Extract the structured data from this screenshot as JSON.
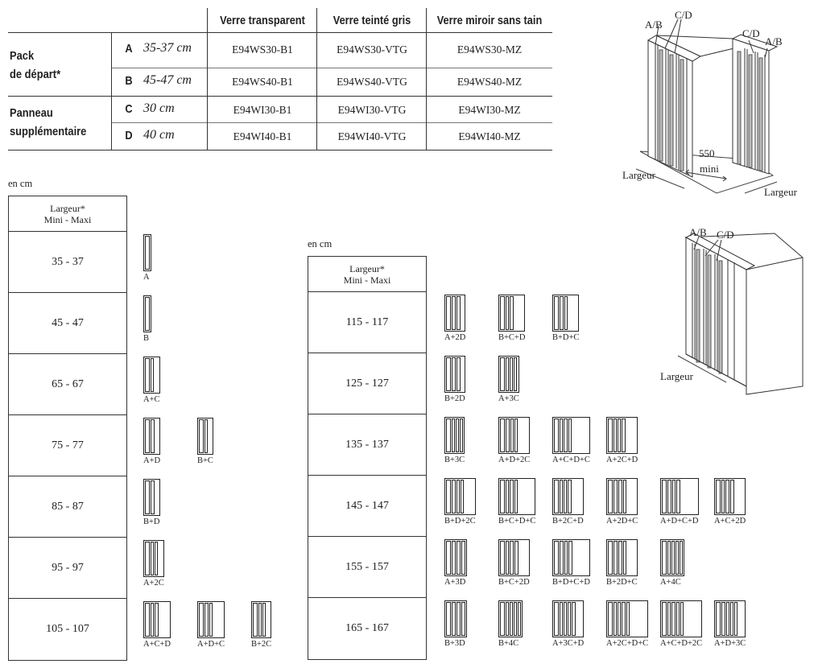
{
  "ref_table": {
    "headers": [
      "Verre transparent",
      "Verre teinté gris",
      "Verre miroir sans tain"
    ],
    "groups": [
      {
        "label_line1": "Pack",
        "label_line2": "de départ*"
      },
      {
        "label_line1": "Panneau",
        "label_line2": "supplémentaire"
      }
    ],
    "rows": [
      {
        "letter": "A",
        "size": "35-37 cm",
        "codes": [
          "E94WS30-B1",
          "E94WS30-VTG",
          "E94WS30-MZ"
        ]
      },
      {
        "letter": "B",
        "size": "45-47 cm",
        "codes": [
          "E94WS40-B1",
          "E94WS40-VTG",
          "E94WS40-MZ"
        ]
      },
      {
        "letter": "C",
        "size": "30 cm",
        "codes": [
          "E94WI30-B1",
          "E94WI30-VTG",
          "E94WI30-MZ"
        ]
      },
      {
        "letter": "D",
        "size": "40 cm",
        "codes": [
          "E94WI40-B1",
          "E94WI40-VTG",
          "E94WI40-MZ"
        ]
      }
    ]
  },
  "unit_label": "en cm",
  "width_header": {
    "line1": "Largeur*",
    "line2": "Mini - Maxi"
  },
  "left_table": {
    "rows": [
      {
        "range": "35 - 37",
        "combos": [
          {
            "label": "A",
            "panels": [
              "A"
            ]
          }
        ]
      },
      {
        "range": "45 - 47",
        "combos": [
          {
            "label": "B",
            "panels": [
              "B"
            ]
          }
        ]
      },
      {
        "range": "65 - 67",
        "combos": [
          {
            "label": "A+C",
            "panels": [
              "A",
              "C"
            ]
          }
        ]
      },
      {
        "range": "75 - 77",
        "combos": [
          {
            "label": "A+D",
            "panels": [
              "A",
              "D"
            ]
          },
          {
            "label": "B+C",
            "panels": [
              "B",
              "C"
            ]
          }
        ]
      },
      {
        "range": "85 - 87",
        "combos": [
          {
            "label": "B+D",
            "panels": [
              "B",
              "D"
            ]
          }
        ]
      },
      {
        "range": "95 - 97",
        "combos": [
          {
            "label": "A+2C",
            "panels": [
              "A",
              "C",
              "C"
            ]
          }
        ]
      },
      {
        "range": "105 - 107",
        "combos": [
          {
            "label": "A+C+D",
            "panels": [
              "A",
              "C",
              "D"
            ]
          },
          {
            "label": "A+D+C",
            "panels": [
              "A",
              "D",
              "C"
            ]
          },
          {
            "label": "B+2C",
            "panels": [
              "B",
              "C",
              "C"
            ]
          }
        ]
      }
    ]
  },
  "right_table": {
    "rows": [
      {
        "range": "115 - 117",
        "combos": [
          {
            "label": "A+2D",
            "panels": [
              "A",
              "D",
              "D"
            ]
          },
          {
            "label": "B+C+D",
            "panels": [
              "B",
              "C",
              "D"
            ]
          },
          {
            "label": "B+D+C",
            "panels": [
              "B",
              "D",
              "C"
            ]
          }
        ]
      },
      {
        "range": "125 - 127",
        "combos": [
          {
            "label": "B+2D",
            "panels": [
              "B",
              "D",
              "D"
            ]
          },
          {
            "label": "A+3C",
            "panels": [
              "A",
              "C",
              "C",
              "C"
            ]
          }
        ]
      },
      {
        "range": "135 - 137",
        "combos": [
          {
            "label": "B+3C",
            "panels": [
              "B",
              "C",
              "C",
              "C"
            ]
          },
          {
            "label": "A+D+2C",
            "panels": [
              "A",
              "D",
              "C",
              "C"
            ]
          },
          {
            "label": "A+C+D+C",
            "panels": [
              "A",
              "C",
              "D",
              "C"
            ]
          },
          {
            "label": "A+2C+D",
            "panels": [
              "A",
              "C",
              "C",
              "D"
            ]
          }
        ]
      },
      {
        "range": "145 - 147",
        "combos": [
          {
            "label": "B+D+2C",
            "panels": [
              "B",
              "D",
              "C",
              "C"
            ]
          },
          {
            "label": "B+C+D+C",
            "panels": [
              "B",
              "C",
              "D",
              "C"
            ]
          },
          {
            "label": "B+2C+D",
            "panels": [
              "B",
              "C",
              "C",
              "D"
            ]
          },
          {
            "label": "A+2D+C",
            "panels": [
              "A",
              "D",
              "D",
              "C"
            ]
          },
          {
            "label": "A+D+C+D",
            "panels": [
              "A",
              "D",
              "C",
              "D"
            ]
          },
          {
            "label": "A+C+2D",
            "panels": [
              "A",
              "C",
              "D",
              "D"
            ]
          }
        ]
      },
      {
        "range": "155 - 157",
        "combos": [
          {
            "label": "A+3D",
            "panels": [
              "A",
              "D",
              "D",
              "D"
            ]
          },
          {
            "label": "B+C+2D",
            "panels": [
              "B",
              "C",
              "D",
              "D"
            ]
          },
          {
            "label": "B+D+C+D",
            "panels": [
              "B",
              "D",
              "C",
              "D"
            ]
          },
          {
            "label": "B+2D+C",
            "panels": [
              "B",
              "D",
              "D",
              "C"
            ]
          },
          {
            "label": "A+4C",
            "panels": [
              "A",
              "C",
              "C",
              "C",
              "C"
            ]
          }
        ]
      },
      {
        "range": "165 - 167",
        "combos": [
          {
            "label": "B+3D",
            "panels": [
              "B",
              "D",
              "D",
              "D"
            ]
          },
          {
            "label": "B+4C",
            "panels": [
              "B",
              "C",
              "C",
              "C",
              "C"
            ]
          },
          {
            "label": "A+3C+D",
            "panels": [
              "A",
              "C",
              "C",
              "C",
              "D"
            ]
          },
          {
            "label": "A+2C+D+C",
            "panels": [
              "A",
              "C",
              "C",
              "D",
              "C"
            ]
          },
          {
            "label": "A+C+D+2C",
            "panels": [
              "A",
              "C",
              "D",
              "C",
              "C"
            ]
          },
          {
            "label": "A+D+3C",
            "panels": [
              "A",
              "D",
              "C",
              "C",
              "C"
            ]
          }
        ]
      }
    ]
  },
  "diagram_top": {
    "labels": [
      "A/B",
      "C/D",
      "C/D",
      "A/B",
      "550",
      "mini",
      "Largeur",
      "Largeur"
    ]
  },
  "diagram_bottom": {
    "labels": [
      "A/B",
      "C/D",
      "Largeur"
    ]
  }
}
